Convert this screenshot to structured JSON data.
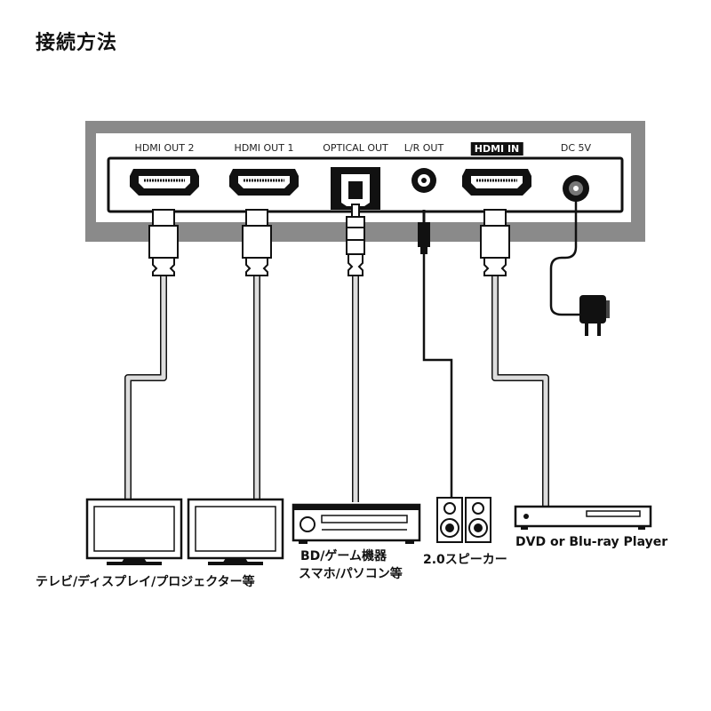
{
  "title": "接続方法",
  "ports": {
    "hdmi_out2": "HDMI OUT 2",
    "hdmi_out1": "HDMI OUT 1",
    "optical_out": "OPTICAL OUT",
    "lr_out": "L/R OUT",
    "hdmi_in": "HDMI IN",
    "dc5v": "DC 5V"
  },
  "devices": {
    "tv_label": "テレビ/ディスプレイ/プロジェクター等",
    "bd_label_line1": "BD/ゲーム機器",
    "bd_label_line2": "スマホ/パソコン等",
    "speaker_label": "2.0スピーカー",
    "player_label": "DVD or Blu-ray Player"
  },
  "colors": {
    "device_frame": "#8a8a8a",
    "device_face": "#ffffff",
    "cable": "#d8d8d8",
    "line": "#111111",
    "panel_dark": "#1a1a1a"
  }
}
